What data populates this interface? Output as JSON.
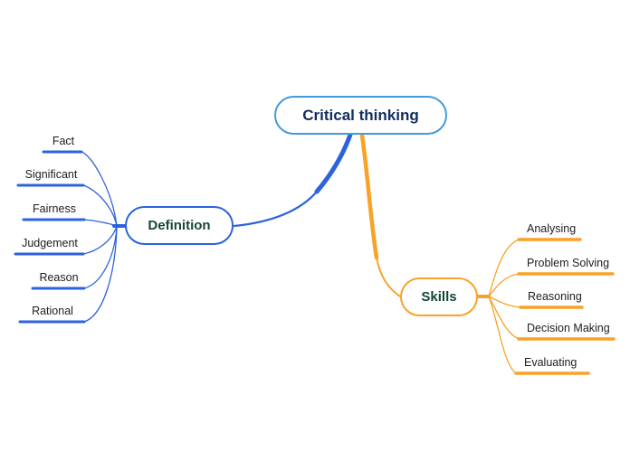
{
  "colors": {
    "background": "#ffffff",
    "root_border": "#449bd9",
    "root_text": "#112e5e",
    "branch_blue": "#2b63dd",
    "branch_orange": "#f9a227",
    "branch_text": "#154734",
    "child_text": "#1d1d1f"
  },
  "mindmap": {
    "root": {
      "label": "Critical thinking"
    },
    "branches": [
      {
        "label": "Definition",
        "side": "left",
        "color": "#2b63dd",
        "children": [
          "Fact",
          "Significant",
          "Fairness",
          "Judgement",
          "Reason",
          "Rational"
        ]
      },
      {
        "label": "Skills",
        "side": "right",
        "color": "#f9a227",
        "children": [
          "Analysing",
          "Problem Solving",
          "Reasoning",
          "Decision Making",
          "Evaluating"
        ]
      }
    ]
  }
}
